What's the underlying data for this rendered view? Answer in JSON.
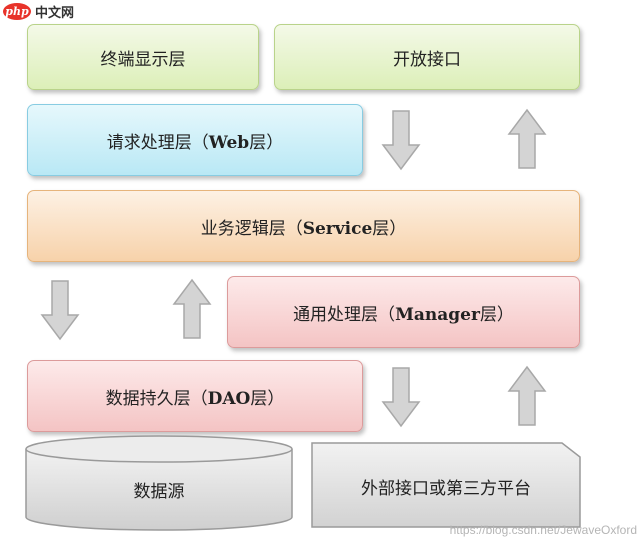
{
  "watermark": {
    "site_name": "中文网",
    "url": "https://blog.csdn.net/JewaveOxford"
  },
  "layers": {
    "terminal_display": "终端显示层",
    "open_interface": "开放接口",
    "request_prefix": "请求处理层（",
    "request_suffix": "Web",
    "request_end": "层）",
    "business_prefix": "业务逻辑层（",
    "business_suffix": "Service",
    "business_end": "层）",
    "manager_prefix": "通用处理层（",
    "manager_suffix": "Manager",
    "manager_end": "层）",
    "dao_prefix": "数据持久层（",
    "dao_suffix": "DAO",
    "dao_end": "层）",
    "data_source": "数据源",
    "external": "外部接口或第三方平台"
  },
  "colors": {
    "green": "#dcefb8",
    "blue": "#b9e8f5",
    "orange": "#f7d2aa",
    "pink": "#f4c4c4",
    "gray": "#d9d9d9",
    "arrow": "#d4d4d4",
    "php_logo": "#e8332a"
  },
  "arrows": [
    {
      "name": "down-arrow-icon",
      "direction": "down"
    },
    {
      "name": "up-arrow-icon",
      "direction": "up"
    },
    {
      "name": "down-arrow-icon",
      "direction": "down"
    },
    {
      "name": "up-arrow-icon",
      "direction": "up"
    },
    {
      "name": "down-arrow-icon",
      "direction": "down"
    },
    {
      "name": "up-arrow-icon",
      "direction": "up"
    }
  ]
}
